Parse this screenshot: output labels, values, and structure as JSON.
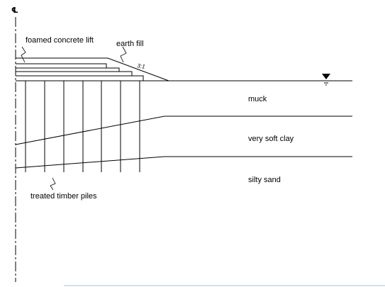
{
  "diagram": {
    "centerline_symbol": "℄",
    "labels": {
      "foamed_concrete": "foamed concrete lift",
      "earth_fill": "earth fill",
      "slope": "3:1",
      "muck": "muck",
      "very_soft_clay": "very soft clay",
      "silty_sand": "silty sand",
      "timber_piles": "treated timber piles"
    },
    "icons": {
      "water_table": "water-table-triangle-icon"
    },
    "colors": {
      "line": "#000000",
      "footer_rule": "#9fc1e4"
    }
  }
}
